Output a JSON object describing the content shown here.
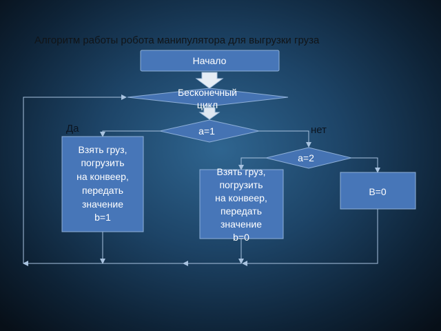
{
  "title": "Алгоритм работы робота манипулятора для выгрузки груза",
  "nodes": {
    "start": "Начало",
    "loop": [
      "Бесконечный",
      "цикл"
    ],
    "cond_a1": "a=1",
    "cond_a2": "a=2",
    "action_b1": [
      "Взять груз,",
      "погрузить",
      "на конвеер,",
      "передать",
      "значение",
      "b=1"
    ],
    "action_b0": [
      "Взять груз,",
      "погрузить",
      "на конвеер,",
      "передать",
      "значение",
      "b=0"
    ],
    "set_b0": "B=0"
  },
  "labels": {
    "yes": "Да",
    "no": "нет"
  },
  "colors": {
    "node_fill": "#4776b8",
    "node_stroke": "#8fb0d8",
    "line": "#a9c3e0"
  }
}
